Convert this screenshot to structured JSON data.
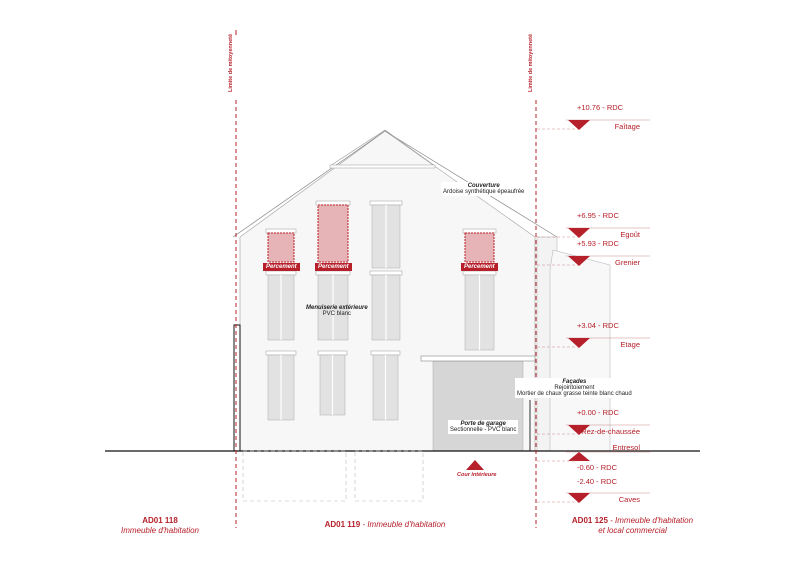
{
  "boundary_labels": {
    "left": "Limite de mitoyenneté",
    "right": "Limite de mitoyenneté"
  },
  "levels": [
    {
      "value": "+10.76 - RDC",
      "name": "Faîtage",
      "direction": "down"
    },
    {
      "value": "+6.95 - RDC",
      "name": "Egoût",
      "direction": "down"
    },
    {
      "value": "+5.93 - RDC",
      "name": "Grenier",
      "direction": "down"
    },
    {
      "value": "+3.04 - RDC",
      "name": "Etage",
      "direction": "down"
    },
    {
      "value": "+0.00 - RDC",
      "name": "Rez-de-chaussée",
      "direction": "down"
    },
    {
      "value": "-0.60 - RDC",
      "name": "Entresol",
      "direction": "up"
    },
    {
      "value": "-2.40 - RDC",
      "name": "Caves",
      "direction": "down"
    }
  ],
  "annotations": {
    "couverture": {
      "title": "Couverture",
      "text": "Ardoise synthétique épeaufrée"
    },
    "menuiserie": {
      "title": "Menuiserie extérieure",
      "text": "PVC blanc"
    },
    "facades": {
      "title": "Façades",
      "line1": "Rejointoiement",
      "line2": "Mortier de chaux grasse teinte blanc chaud"
    },
    "garage": {
      "title": "Porte de garage",
      "text": "Sectionnelle - PVC blanc"
    },
    "cour": "Cour intérieure"
  },
  "percement_labels": [
    "Percement",
    "Percement",
    "Percement"
  ],
  "parcels": {
    "left": {
      "ref": "AD01 118",
      "desc": "Immeuble d'habitation"
    },
    "center": {
      "ref": "AD01 119",
      "desc": " - Immeuble d'habitation"
    },
    "right": {
      "ref": "AD01 125",
      "desc": " - Immeuble d'habitation",
      "desc2": "et local commercial"
    }
  },
  "colors": {
    "accent": "#b5202a",
    "pink": "#e6b3b6",
    "glass": "#e2e2e2"
  }
}
